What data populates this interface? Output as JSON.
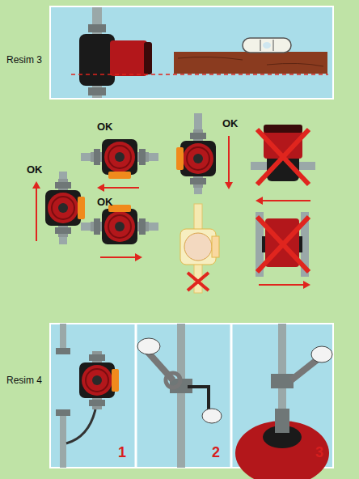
{
  "diagram": {
    "labels": [
      "Resim 3",
      "OK",
      "OK",
      "OK",
      "OK",
      "Resim 4",
      "1",
      "2",
      "3"
    ]
  }
}
